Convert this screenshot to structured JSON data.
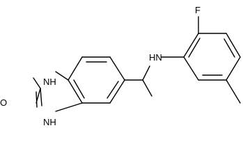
{
  "molecule": {
    "atom_labels": {
      "fluorine": "F",
      "amine_nh": "HN",
      "ring_nh_top": "NH",
      "ring_nh_bottom": "NH",
      "carbonyl_oxygen": "O"
    },
    "colors": {
      "bond": "#000000",
      "label": "#000000",
      "background": "#ffffff"
    }
  }
}
